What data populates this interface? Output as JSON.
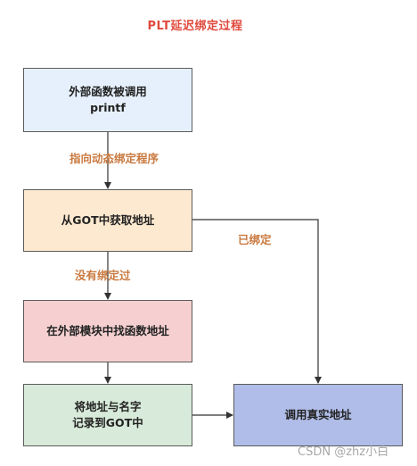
{
  "title": "PLT延迟绑定过程",
  "colors": {
    "title": "#e0493c",
    "edge_label": "#c9793f",
    "node_blue_light": "#e6f0fc",
    "node_orange_light": "#fde9cf",
    "node_red_light": "#f6d0d0",
    "node_green_light": "#d8ead9",
    "node_blue": "#b0bde8"
  },
  "nodes": [
    {
      "id": "n1",
      "lines": [
        "外部函数被调用",
        "printf"
      ],
      "color": "#e6f0fc"
    },
    {
      "id": "n2",
      "lines": [
        "从GOT中获取地址"
      ],
      "color": "#fde9cf"
    },
    {
      "id": "n3",
      "lines": [
        "在外部模块中找函数地址"
      ],
      "color": "#f6d0d0"
    },
    {
      "id": "n4",
      "lines": [
        "将地址与名字",
        "记录到GOT中"
      ],
      "color": "#d8ead9"
    },
    {
      "id": "n5",
      "lines": [
        "调用真实地址"
      ],
      "color": "#b0bde8"
    }
  ],
  "edges": [
    {
      "from": "n1",
      "to": "n2",
      "label": "指向动态绑定程序"
    },
    {
      "from": "n2",
      "to": "n3",
      "label": "没有绑定过"
    },
    {
      "from": "n3",
      "to": "n4",
      "label": ""
    },
    {
      "from": "n2",
      "to": "n5",
      "label": "已绑定"
    },
    {
      "from": "n4",
      "to": "n5",
      "label": ""
    }
  ],
  "watermark": "CSDN @zhz小白"
}
